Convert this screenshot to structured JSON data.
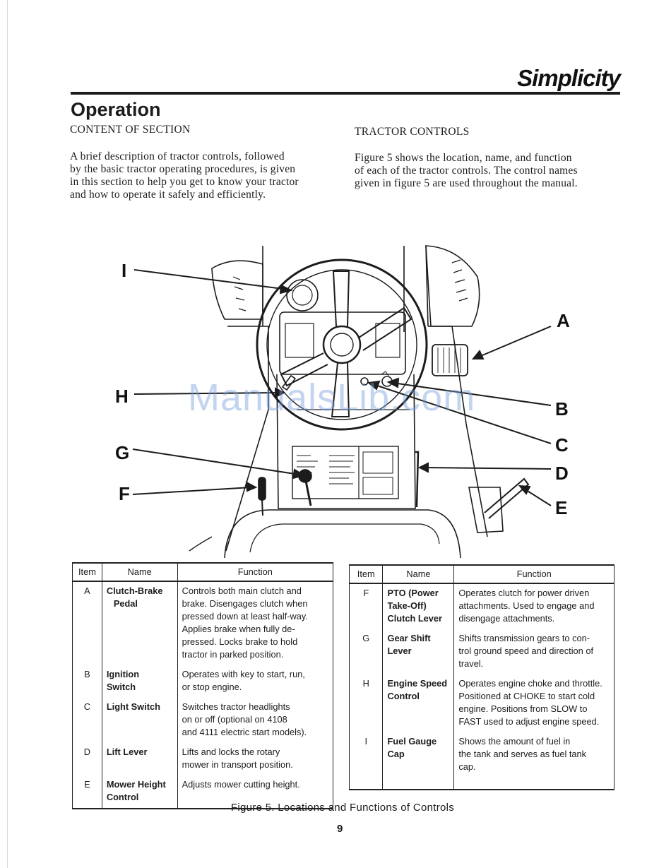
{
  "header": {
    "brand": "Simplicity",
    "title": "Operation"
  },
  "content_section": {
    "title": "CONTENT OF SECTION",
    "lines": [
      "A brief description of tractor controls, followed",
      "by the basic tractor operating procedures, is given",
      "in this section to help you get to know your tractor",
      "and how to operate it safely and efficiently."
    ]
  },
  "tractor_controls": {
    "title": "TRACTOR CONTROLS",
    "lines": [
      "Figure 5 shows the location, name, and function",
      "of each of the tractor controls. The control names",
      "given in figure 5 are used throughout the manual."
    ]
  },
  "diagram": {
    "callouts": [
      "I",
      "H",
      "G",
      "F",
      "A",
      "B",
      "C",
      "D",
      "E"
    ],
    "watermark": "ManualsLib.com"
  },
  "table_headers": {
    "item": "Item",
    "name": "Name",
    "function": "Function"
  },
  "left_table": [
    {
      "item": "A",
      "name": [
        "Clutch-Brake",
        "Pedal"
      ],
      "function": [
        "Controls both main clutch and",
        "brake.  Disengages clutch when",
        "pressed down at least half-way.",
        "Applies  brake when fully de-",
        "pressed.  Locks brake to hold",
        "tractor in parked position."
      ]
    },
    {
      "item": "B",
      "name": [
        "Ignition",
        "Switch"
      ],
      "function": [
        "Operates with key to start, run,",
        "or stop engine."
      ]
    },
    {
      "item": "C",
      "name": [
        "Light Switch"
      ],
      "function": [
        "Switches tractor headlights",
        "on or off (optional on 4108",
        "and 4111 electric start models)."
      ]
    },
    {
      "item": "D",
      "name": [
        "Lift Lever"
      ],
      "function": [
        "Lifts and locks the rotary",
        "mower in transport position."
      ]
    },
    {
      "item": "E",
      "name": [
        "Mower Height",
        "Control"
      ],
      "function": [
        "Adjusts mower cutting height."
      ]
    }
  ],
  "right_table": [
    {
      "item": "F",
      "name": [
        "PTO (Power",
        "Take-Off)",
        "Clutch Lever"
      ],
      "function": [
        "Operates clutch for power driven",
        "attachments.  Used to engage and",
        "disengage attachments."
      ]
    },
    {
      "item": "G",
      "name": [
        "Gear Shift",
        "Lever"
      ],
      "function": [
        "Shifts transmission gears to con-",
        "trol ground speed and direction of",
        "travel."
      ]
    },
    {
      "item": "H",
      "name": [
        "Engine Speed",
        "Control"
      ],
      "function": [
        "Operates engine choke and throttle.",
        "Positioned at CHOKE to start cold",
        "engine.  Positions from SLOW to",
        "FAST used to adjust engine speed."
      ]
    },
    {
      "item": "I",
      "name": [
        "Fuel Gauge",
        "Cap"
      ],
      "function": [
        "Shows the amount of fuel in",
        "the tank and serves as fuel tank",
        "cap."
      ]
    }
  ],
  "caption": "Figure 5.  Locations and Functions of Controls",
  "page_number": "9"
}
